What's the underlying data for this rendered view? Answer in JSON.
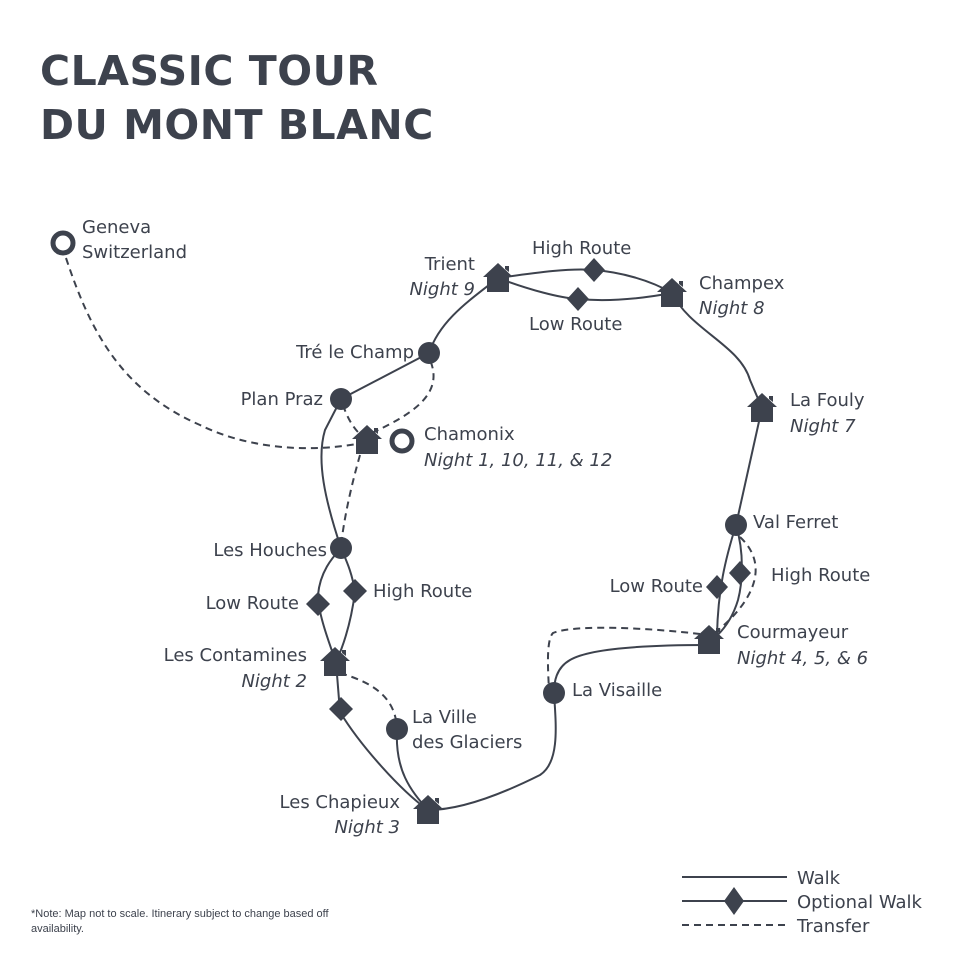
{
  "title": {
    "line1": "CLASSIC TOUR",
    "line2": "DU MONT BLANC"
  },
  "color": "#3d424d",
  "places": {
    "geneva": {
      "name": "Geneva",
      "sub": "Switzerland"
    },
    "trient": {
      "name": "Trient",
      "night": "Night 9"
    },
    "champex": {
      "name": "Champex",
      "night": "Night 8"
    },
    "high_route_north": "High Route",
    "low_route_north": "Low Route",
    "tre_le_champ": {
      "name": "Tré le Champ"
    },
    "plan_praz": {
      "name": "Plan Praz"
    },
    "chamonix": {
      "name": "Chamonix",
      "night": "Night 1, 10, 11, & 12"
    },
    "la_fouly": {
      "name": "La Fouly",
      "night": "Night 7"
    },
    "val_ferret": {
      "name": "Val Ferret"
    },
    "low_route_east": "Low Route",
    "high_route_east": "High Route",
    "courmayeur": {
      "name": "Courmayeur",
      "night": "Night 4, 5, & 6"
    },
    "la_visaille": {
      "name": "La Visaille"
    },
    "les_houches": {
      "name": "Les Houches"
    },
    "low_route_west": "Low Route",
    "high_route_west": "High Route",
    "les_contamines": {
      "name": "Les Contamines",
      "night": "Night 2"
    },
    "la_ville_des_glaciers": {
      "line1": "La Ville",
      "line2": "des Glaciers"
    },
    "les_chapieux": {
      "name": "Les Chapieux",
      "night": "Night 3"
    }
  },
  "legend": {
    "walk": "Walk",
    "optional_walk": "Optional Walk",
    "transfer": "Transfer"
  },
  "note": "*Note: Map not to scale. Itinerary subject to change based off availability."
}
